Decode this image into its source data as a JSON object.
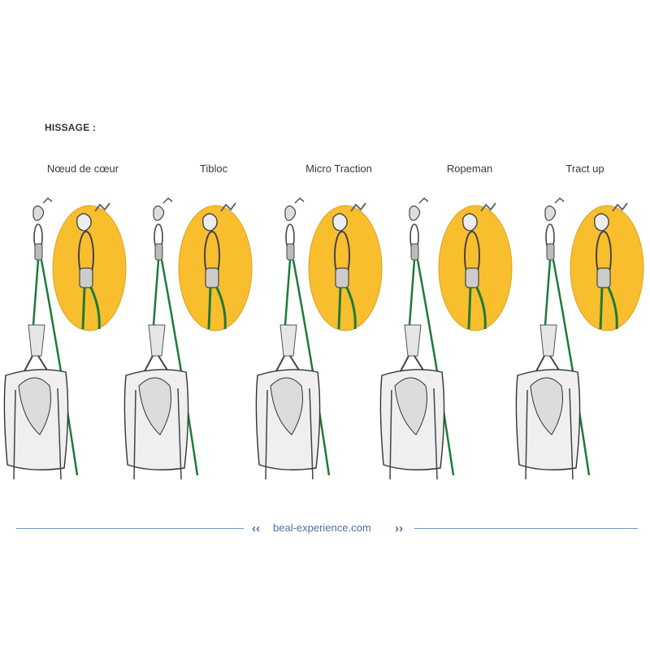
{
  "title": "HISSAGE :",
  "devices": [
    {
      "label": "Nœud de cœur"
    },
    {
      "label": "Tibloc"
    },
    {
      "label": "Micro Traction"
    },
    {
      "label": "Ropeman"
    },
    {
      "label": "Tract up"
    }
  ],
  "footer": {
    "url": "beal-experience.com"
  },
  "colors": {
    "rope": "#1e7a3a",
    "zoom_fill": "#f9be2d",
    "line": "#6f97c9",
    "text": "#333333"
  }
}
